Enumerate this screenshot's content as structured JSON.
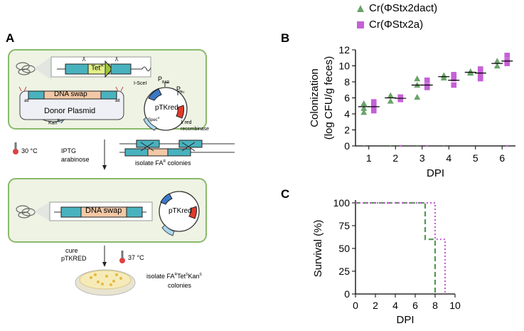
{
  "panel_a": {
    "letter": "A",
    "tet_label": "Tet",
    "tet_sup": "R",
    "dna_swap": "DNA swap",
    "att": "att",
    "donor": "Donor Plasmid",
    "kan": "Kan",
    "kan_sup": "R",
    "plasmid": "pTKred",
    "isce": "I-SceI",
    "pbad": "P",
    "pbad_sub": "BAD",
    "ptrc": "P",
    "ptrc_sub": "trc",
    "red": "λ red",
    "recombinase": "recombinase",
    "spec": "Spec",
    "spec_sup": "R",
    "temp1": "30 °C",
    "iptg": "IPTG",
    "arabinose": "arabinose",
    "isolate1": "isolate FA",
    "isolate1_sup": "R",
    "isolate1_tail": " colonies",
    "cure": "cure",
    "ptkred_cure": "pTKRED",
    "temp2": "37 °C",
    "isolate2a": "isolate FA",
    "isolate2_sup1": "R",
    "isolate2b": "Tet",
    "isolate2_sup2": "S",
    "isolate2c": "Kan",
    "isolate2_sup3": "S",
    "isolate2d": "colonies"
  },
  "legend": {
    "items": [
      {
        "name": "Cr(ΦStx2dact)",
        "color": "#6aa36a",
        "shape": "triangle"
      },
      {
        "name": "Cr(ΦStx2a)",
        "color": "#c560d6",
        "shape": "square"
      }
    ]
  },
  "panel_b": {
    "letter": "B"
  },
  "panel_c": {
    "letter": "C"
  },
  "chart_data": [
    {
      "type": "scatter",
      "ylabel_line1": "Colonization",
      "ylabel_line2": "(log CFU/g feces)",
      "xlabel": "DPI",
      "categories": [
        "1",
        "2",
        "3",
        "4",
        "5",
        "6"
      ],
      "ylim": [
        0,
        12
      ],
      "yticks": [
        0,
        2,
        4,
        6,
        8,
        10,
        12
      ],
      "series": [
        {
          "name": "Cr(ΦStx2dact)",
          "color": "#6aa36a",
          "points": [
            {
              "x": 1,
              "y": 5.3
            },
            {
              "x": 1,
              "y": 4.7
            },
            {
              "x": 1,
              "y": 4.2
            },
            {
              "x": 1,
              "y": 0
            },
            {
              "x": 2,
              "y": 6.3
            },
            {
              "x": 2,
              "y": 5.6
            },
            {
              "x": 2,
              "y": 0
            },
            {
              "x": 3,
              "y": 8.4
            },
            {
              "x": 3,
              "y": 7.6
            },
            {
              "x": 3,
              "y": 6.1
            },
            {
              "x": 3,
              "y": 0
            },
            {
              "x": 4,
              "y": 8.8
            },
            {
              "x": 4,
              "y": 8.5
            },
            {
              "x": 4,
              "y": 0
            },
            {
              "x": 5,
              "y": 9.3
            },
            {
              "x": 5,
              "y": 9.1
            },
            {
              "x": 6,
              "y": 10.6
            },
            {
              "x": 6,
              "y": 10.0
            }
          ],
          "means": [
            4.9,
            6.0,
            7.6,
            8.65,
            9.2,
            10.3
          ]
        },
        {
          "name": "Cr(ΦStx2a)",
          "color": "#c560d6",
          "points": [
            {
              "x": 1,
              "y": 5.5
            },
            {
              "x": 1,
              "y": 5.0
            },
            {
              "x": 1,
              "y": 4.4
            },
            {
              "x": 2,
              "y": 6.1
            },
            {
              "x": 2,
              "y": 5.8
            },
            {
              "x": 2,
              "y": 0
            },
            {
              "x": 3,
              "y": 8.2
            },
            {
              "x": 3,
              "y": 7.5
            },
            {
              "x": 3,
              "y": 7.3
            },
            {
              "x": 3,
              "y": 0
            },
            {
              "x": 4,
              "y": 8.9
            },
            {
              "x": 4,
              "y": 8.4
            },
            {
              "x": 4,
              "y": 7.6
            },
            {
              "x": 5,
              "y": 9.6
            },
            {
              "x": 5,
              "y": 9.0
            },
            {
              "x": 5,
              "y": 8.4
            },
            {
              "x": 6,
              "y": 11.3
            },
            {
              "x": 6,
              "y": 10.6
            },
            {
              "x": 6,
              "y": 10.3
            },
            {
              "x": 6,
              "y": 0
            }
          ],
          "means": [
            4.9,
            5.95,
            7.6,
            8.2,
            9.1,
            10.6
          ]
        }
      ]
    },
    {
      "type": "line",
      "ylabel": "Survival (%)",
      "xlabel": "DPI",
      "xlim": [
        0,
        10
      ],
      "ylim": [
        0,
        100
      ],
      "xticks": [
        0,
        2,
        4,
        6,
        8,
        10
      ],
      "yticks": [
        0,
        25,
        50,
        75,
        100
      ],
      "series": [
        {
          "name": "Cr(ΦStx2dact)",
          "color": "#4f9a4f",
          "dash": "7,4",
          "steps": [
            [
              0,
              100
            ],
            [
              7,
              100
            ],
            [
              7,
              60
            ],
            [
              8,
              60
            ],
            [
              8,
              0
            ]
          ]
        },
        {
          "name": "Cr(ΦStx2a)",
          "color": "#c560d6",
          "dash": "2,3",
          "steps": [
            [
              0,
              100
            ],
            [
              8,
              100
            ],
            [
              8,
              60
            ],
            [
              9,
              60
            ],
            [
              9,
              0
            ]
          ]
        }
      ]
    }
  ]
}
